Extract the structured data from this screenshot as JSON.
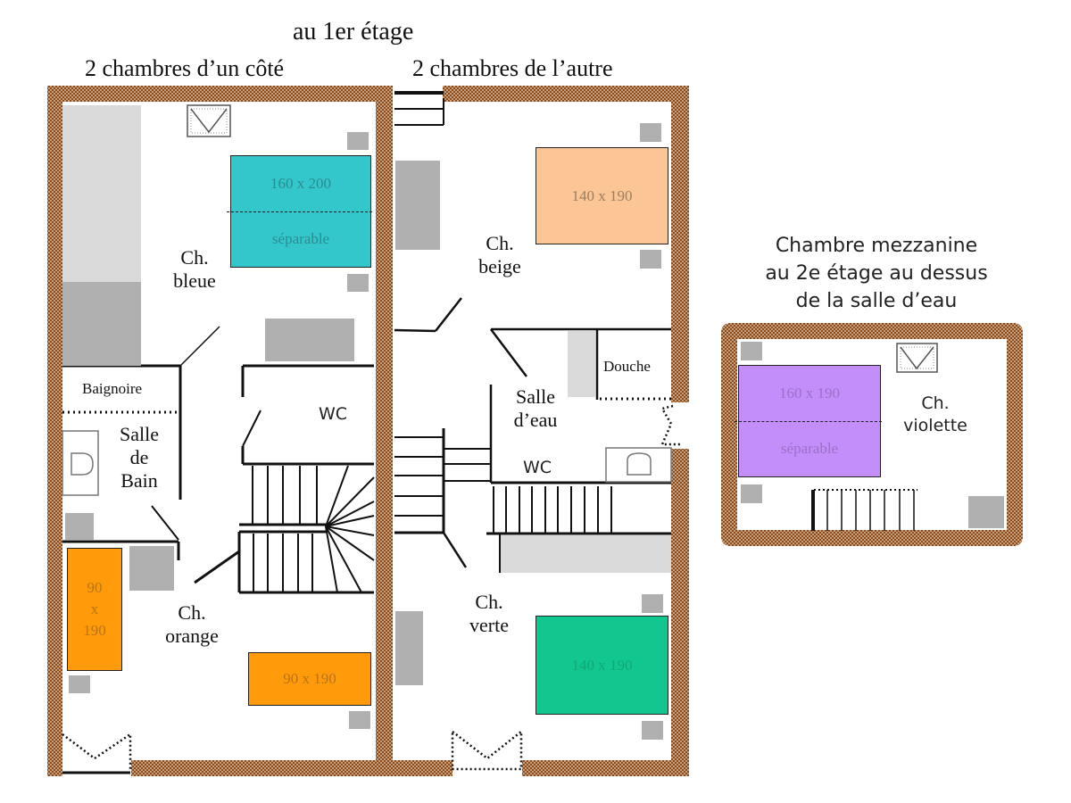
{
  "header": {
    "title": "au 1er étage",
    "left_subtitle": "2 chambres d’un côté",
    "right_subtitle": "2 chambres de l’autre"
  },
  "mezzanine": {
    "title_lines": [
      "Chambre mezzanine",
      "au 2e étage au dessus",
      "de la salle d’eau"
    ]
  },
  "rooms": {
    "bleue": {
      "line1": "Ch.",
      "line2": "bleue"
    },
    "orange": {
      "line1": "Ch.",
      "line2": "orange"
    },
    "beige": {
      "line1": "Ch.",
      "line2": "beige"
    },
    "verte": {
      "line1": "Ch.",
      "line2": "verte"
    },
    "violette": {
      "line1": "Ch.",
      "line2": "violette"
    },
    "salle_de_bain": {
      "line1": "Salle",
      "line2": "de",
      "line3": "Bain"
    },
    "salle_d_eau": {
      "line1": "Salle",
      "line2": "d’eau"
    }
  },
  "fixtures": {
    "baignoire": "Baignoire",
    "douche": "Douche",
    "wc_left": "WC",
    "wc_right": "WC"
  },
  "beds": {
    "bleue": {
      "size": "160 x 200",
      "note": "séparable",
      "color": "#33c7cc"
    },
    "orange_1": {
      "line1": "90",
      "line2": "x",
      "line3": "190",
      "color": "#ff9a0a"
    },
    "orange_2": {
      "size": "90 x 190",
      "color": "#ff9a0a"
    },
    "beige": {
      "size": "140 x 190",
      "color": "#fbc595"
    },
    "verte": {
      "size": "140 x 190",
      "color": "#12c690"
    },
    "violette": {
      "size": "160 x 190",
      "note": "séparable",
      "color": "#c38efa"
    }
  },
  "colors": {
    "wall": "#8a4a1c",
    "furniture": "#b0b0b0",
    "light_furniture": "#dadada"
  }
}
